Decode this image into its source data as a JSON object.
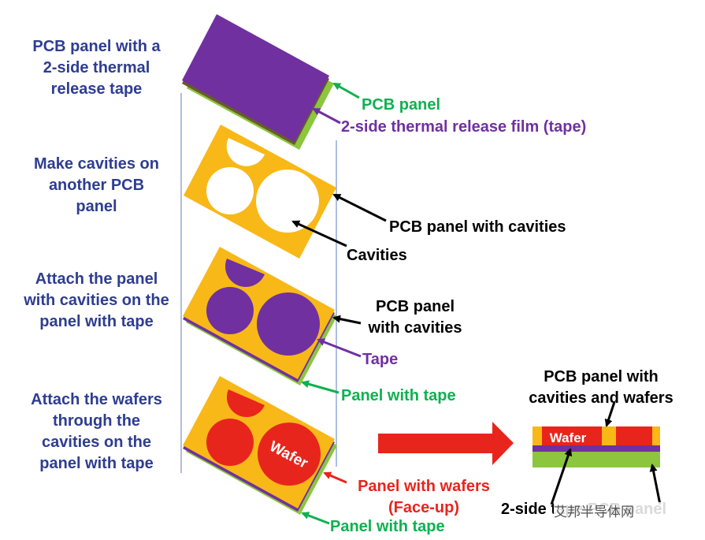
{
  "steps": [
    {
      "lines": [
        "PCB panel with a",
        "2-side thermal",
        "release tape"
      ]
    },
    {
      "lines": [
        "Make cavities on",
        "another PCB",
        "panel"
      ]
    },
    {
      "lines": [
        "Attach the panel",
        "with cavities on the",
        "panel with tape"
      ]
    },
    {
      "lines": [
        "Attach the wafers",
        "through the",
        "cavities on the",
        "panel with tape"
      ]
    }
  ],
  "callouts": {
    "pcb_panel": "PCB panel",
    "release_film": "2-side thermal release film (tape)",
    "pcb_with_cavities": "PCB panel with cavities",
    "cavities": "Cavities",
    "pcb_with_cavities_2": [
      "PCB panel",
      "with cavities"
    ],
    "tape": "Tape",
    "panel_with_tape_1": "Panel with tape",
    "panel_with_wafers": [
      "Panel with wafers",
      "(Face-up)"
    ],
    "panel_with_tape_2": "Panel with tape"
  },
  "cross_section": {
    "title": [
      "PCB panel with",
      "cavities and wafers"
    ],
    "wafer_label": "Wafer",
    "bottom_label": "2-side tape  PCB panel"
  },
  "watermark": "艾邦半导体网",
  "colors": {
    "navy_text": "#2e3d91",
    "purple": "#7030a0",
    "pcb_green": "#8cc63f",
    "pcb_yellow": "#f8b818",
    "wafer_red": "#e8251c",
    "callout_green": "#10b050"
  }
}
